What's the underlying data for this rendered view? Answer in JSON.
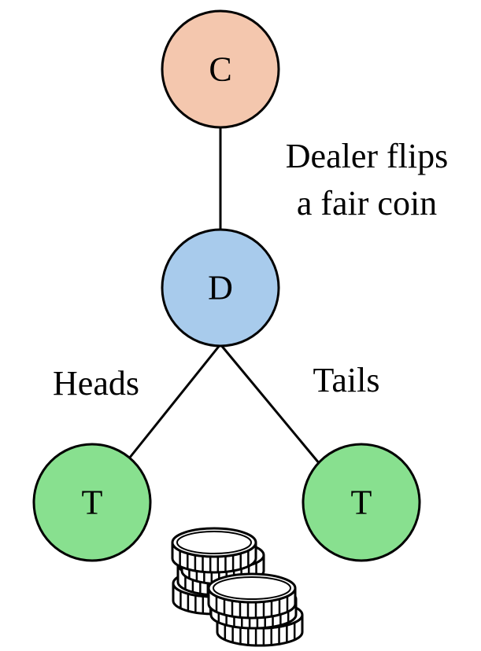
{
  "colors": {
    "node_c": "#F4C7AE",
    "node_d": "#A8CBEC",
    "node_t": "#88E08F",
    "stroke": "#000000",
    "coin_fill": "#ffffff"
  },
  "nodes": {
    "c": {
      "label": "C"
    },
    "d": {
      "label": "D"
    },
    "t_left": {
      "label": "T"
    },
    "t_right": {
      "label": "T"
    }
  },
  "edges": {
    "c_d": {
      "label_line1": "Dealer flips",
      "label_line2": "a fair coin"
    },
    "d_t_left": {
      "label": "Heads"
    },
    "d_t_right": {
      "label": "Tails"
    }
  },
  "icons": {
    "coins": "coin-stack-icon"
  }
}
